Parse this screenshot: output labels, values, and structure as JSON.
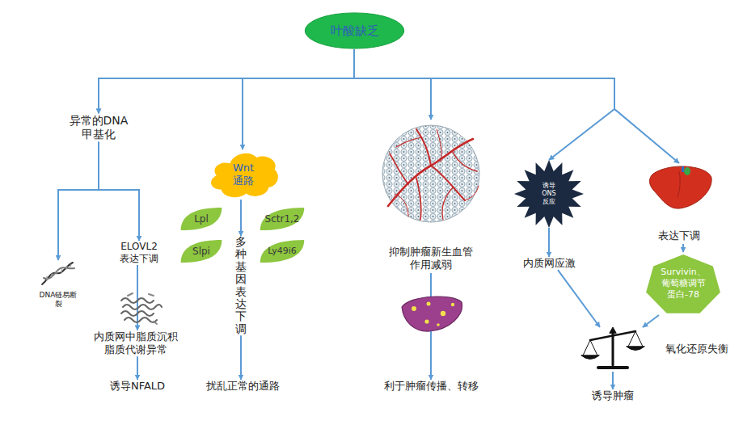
{
  "diagram": {
    "nodes": [
      {
        "text": [
          "叶酸缺乏"
        ]
      },
      {
        "text": [
          "异常的DNA 甲基化"
        ]
      },
      {
        "text": [
          "DNA链易断裂"
        ]
      },
      {
        "text": [
          "ELOVL2 表达下调"
        ]
      },
      {
        "text": [
          "内质网中脂质沉积 脂质代谢异常"
        ]
      },
      {
        "text": [
          "诱导NFALD"
        ]
      },
      {
        "text": [
          "Wnt 通路"
        ]
      },
      {
        "text": [
          "Lpl"
        ]
      },
      {
        "text": [
          "Sctr1,2"
        ]
      },
      {
        "text": [
          "Slpi"
        ]
      },
      {
        "text": [
          "Ly49i6"
        ]
      },
      {
        "text": [
          "多种基因表达下调"
        ]
      },
      {
        "text": [
          "扰乱正常的通路"
        ]
      },
      {
        "text": [
          "抑制肿瘤新生血管作用减弱"
        ]
      },
      {
        "text": [
          "利于肿瘤传播、转移"
        ]
      },
      {
        "text": [
          "诱导 ONS 反应"
        ]
      },
      {
        "text": [
          "内质网应激"
        ]
      },
      {
        "text": [
          "表达下调"
        ]
      },
      {
        "text": [
          "Survivin、葡萄糖调节蛋白-78"
        ]
      },
      {
        "text": [
          "氧化还原失衡"
        ]
      },
      {
        "text": [
          "诱导肿瘤"
        ]
      }
    ],
    "edges": [
      {
        "from": 0,
        "to": 1,
        "arrow": "to"
      },
      {
        "from": 0,
        "to": 6,
        "arrow": "to"
      },
      {
        "from": 0,
        "to": 13,
        "arrow": "to"
      },
      {
        "from": 0,
        "to": 15,
        "arrow": "to"
      },
      {
        "from": 0,
        "to": 17,
        "arrow": "to"
      },
      {
        "from": 1,
        "to": 2,
        "arrow": "to"
      },
      {
        "from": 1,
        "to": 3,
        "arrow": "to"
      },
      {
        "from": 3,
        "to": 4,
        "arrow": "to"
      },
      {
        "from": 4,
        "to": 5,
        "arrow": "to"
      },
      {
        "from": 6,
        "to": 11,
        "arrow": "to"
      },
      {
        "from": 11,
        "to": 12,
        "arrow": "to"
      },
      {
        "from": 13,
        "to": 14,
        "arrow": "to"
      },
      {
        "from": 15,
        "to": 16,
        "arrow": "to"
      },
      {
        "from": 16,
        "to": 19,
        "arrow": "to"
      },
      {
        "from": 17,
        "to": 18,
        "arrow": "to"
      },
      {
        "from": 18,
        "to": 19,
        "arrow": "to"
      },
      {
        "from": 19,
        "to": 20,
        "arrow": "to"
      }
    ]
  }
}
